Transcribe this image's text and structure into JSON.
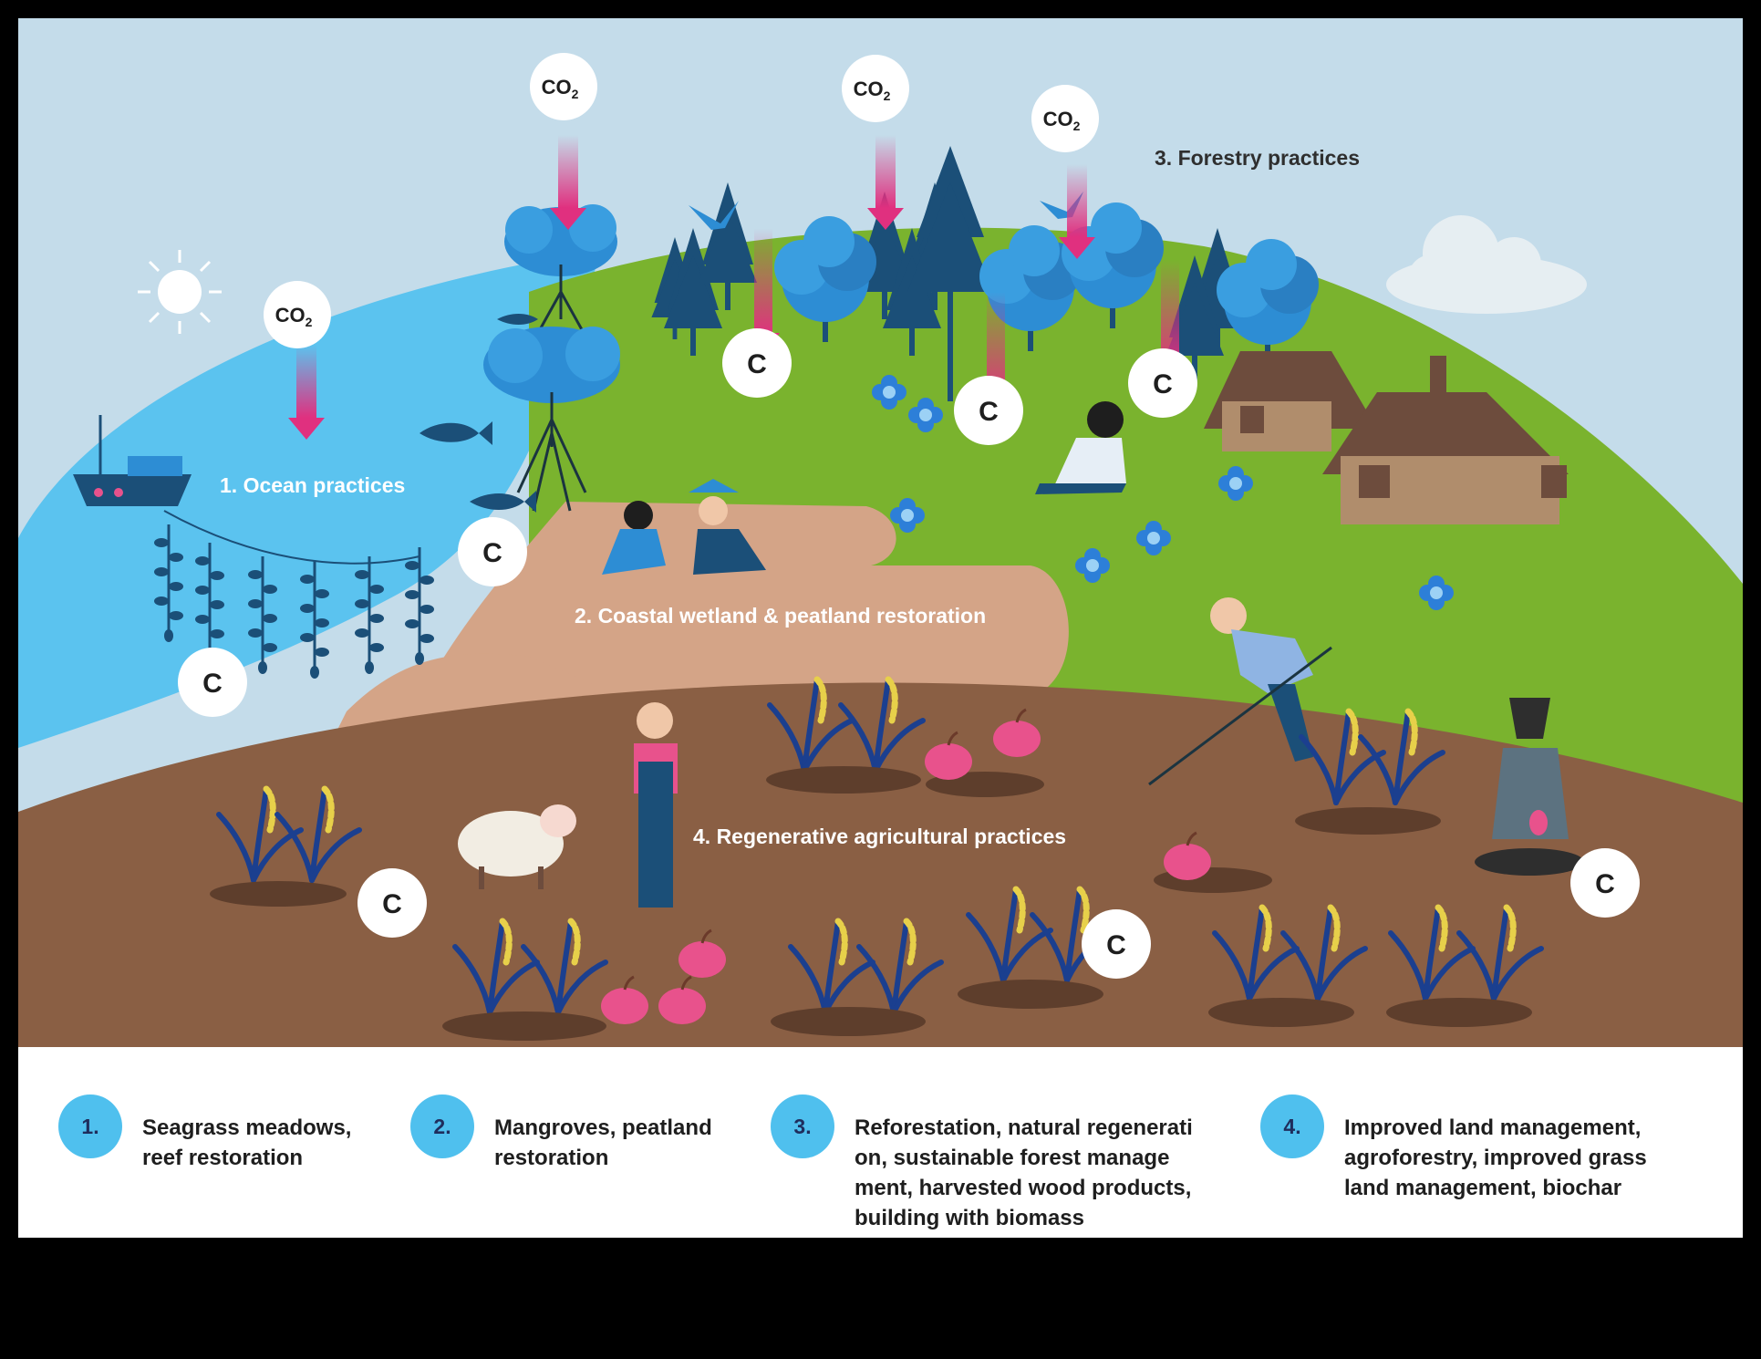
{
  "zones": [
    {
      "id": "ocean",
      "label": "1. Ocean practices"
    },
    {
      "id": "wetland",
      "label": "2. Coastal wetland & peatland restoration"
    },
    {
      "id": "forestry",
      "label": "3. Forestry practices"
    },
    {
      "id": "agriculture",
      "label": "4. Regenerative agricultural practices"
    }
  ],
  "co2_bubble": {
    "main": "CO",
    "subscript": "2"
  },
  "carbon_bubble": "C",
  "legend": [
    {
      "num": "1.",
      "text": "Seagrass meadows,\nreef restoration"
    },
    {
      "num": "2.",
      "text": "Mangroves, peatland\nrestoration"
    },
    {
      "num": "3.",
      "text": "Reforestation, natural regenerati\non, sustainable forest manage\nment, harvested wood products,\nbuilding with biomass"
    },
    {
      "num": "4.",
      "text": "Improved land management,\nagroforestry, improved grass\nland management, biochar"
    }
  ],
  "colors": {
    "sky": "#c4dcea",
    "ocean": "#5bc3ef",
    "grass": "#7ab32e",
    "wetland": "#d4a487",
    "soil": "#8a5f44",
    "tree_dark": "#1b4f78",
    "tree_light": "#2d8dd4",
    "arrow": "#e0307f",
    "legend_circle": "#4fc0ee"
  }
}
